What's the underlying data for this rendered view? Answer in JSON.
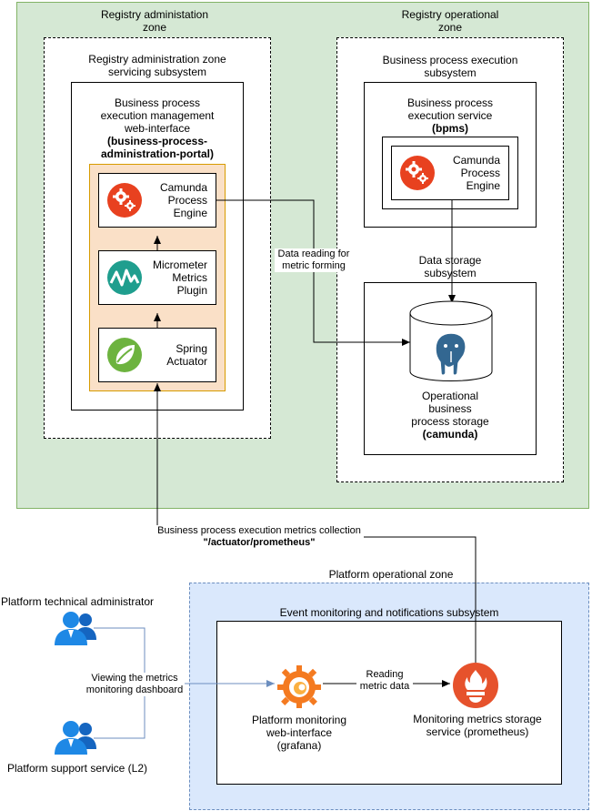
{
  "zones": {
    "admin_zone": [
      "Registry administation",
      "zone"
    ],
    "operational_zone": [
      "Registry operational",
      "zone"
    ],
    "platform_zone": "Platform operational zone"
  },
  "subsystems": {
    "admin_servicing": [
      "Registry administration zone",
      "servicing subsystem"
    ],
    "bp_execution": [
      "Business process execution",
      "subsystem"
    ],
    "data_storage": [
      "Data storage",
      "subsystem"
    ],
    "event_monitoring": "Event monitoring and notifications subsystem"
  },
  "portal": {
    "title": [
      "Business process",
      "execution management",
      "web-interface"
    ],
    "code_line1": "(business-process-",
    "code_line2": "administration-portal)"
  },
  "portal_components": {
    "camunda": [
      "Camunda",
      "Process",
      "Engine"
    ],
    "micrometer": [
      "Micrometer",
      "Metrics",
      "Plugin"
    ],
    "spring": [
      "Spring",
      "Actuator"
    ]
  },
  "bpms": {
    "title": [
      "Business process",
      "execution service"
    ],
    "code": "(bpms)",
    "camunda": [
      "Camunda",
      "Process",
      "Engine"
    ]
  },
  "storage": {
    "title": [
      "Operational",
      "business",
      "process storage"
    ],
    "code": "(camunda)"
  },
  "edges": {
    "data_reading": [
      "Data reading for",
      "metric forming"
    ],
    "metrics_collection": "Business process execution metrics collection",
    "metrics_endpoint": "\"/actuator/prometheus\"",
    "viewing_dashboard": [
      "Viewing the metrics",
      "monitoring dashboard"
    ],
    "reading_metric": [
      "Reading",
      "metric data"
    ]
  },
  "actors": {
    "tech_admin": "Platform technical administrator",
    "support": "Platform support service (L2)"
  },
  "monitoring": {
    "grafana": [
      "Platform monitoring",
      "web-interface",
      "(grafana)"
    ],
    "prometheus": [
      "Monitoring metrics storage",
      "service (prometheus)"
    ]
  },
  "colors": {
    "green_zone": "#d5e8d4",
    "blue_zone": "#dae8fc",
    "orange_group": "#fae0c7",
    "camunda_red": "#e8411f",
    "micrometer_teal": "#1f9e8e",
    "spring_green": "#6db33f",
    "postgres_blue": "#336791",
    "grafana_orange": "#f47a20",
    "prometheus_red": "#e6522c",
    "user_blue": "#1e88e5",
    "arrow_blue": "#6c8ebf"
  },
  "icons": [
    "camunda-icon",
    "micrometer-icon",
    "spring-icon",
    "postgres-icon",
    "grafana-icon",
    "prometheus-icon",
    "user-icon"
  ]
}
